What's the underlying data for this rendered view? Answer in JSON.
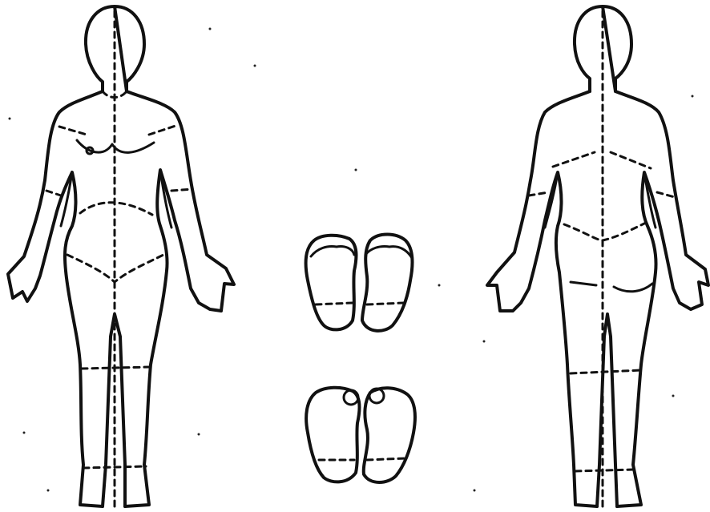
{
  "diagram": {
    "figures": [
      {
        "id": "body-front",
        "icon": "human-body-front-outline-icon"
      },
      {
        "id": "body-back",
        "icon": "human-body-back-outline-icon"
      }
    ],
    "feet": [
      {
        "id": "feet-soles-top",
        "icon": "foot-soles-icon"
      },
      {
        "id": "feet-tops-bottom",
        "icon": "foot-tops-icon"
      }
    ],
    "colors": {
      "line": "#111111",
      "background": "#ffffff"
    }
  }
}
